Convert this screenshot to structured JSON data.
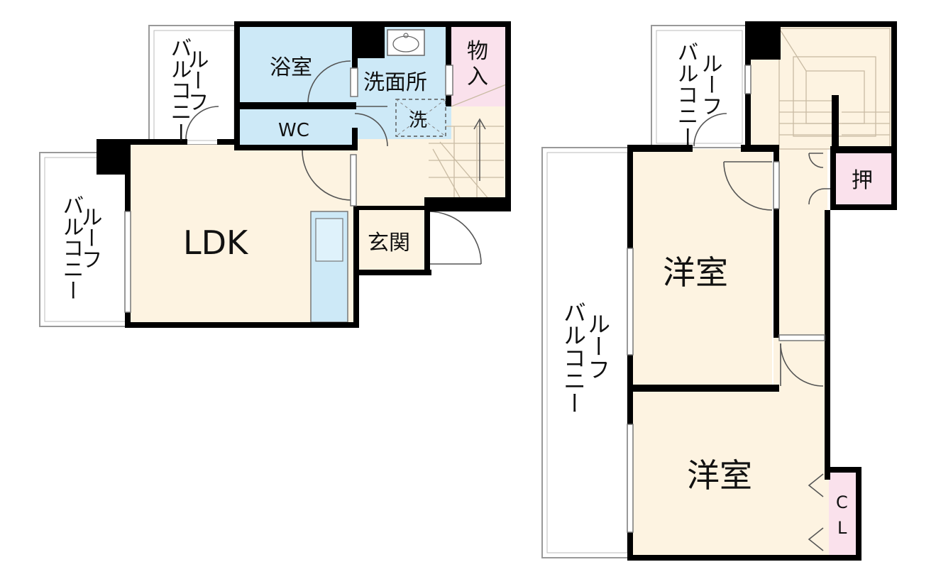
{
  "colors": {
    "room": "#fdf3e1",
    "wet": "#cde9f7",
    "storage": "#fae1ec",
    "wall": "#000000",
    "balcony_line": "#999999"
  },
  "floor1": {
    "balcony_top": "バルーフ\nルコニー",
    "balcony_left": "バルーフ\nルコニー",
    "bath": "浴室",
    "washroom": "洗面所",
    "washer": "洗",
    "toilet": "WC",
    "storage": "物入",
    "ldk": "LDK",
    "entrance": "玄関"
  },
  "floor2": {
    "balcony_top": "バルーフ\nルコニー",
    "balcony_left": "バルーフ\nルコニー",
    "room_upper": "洋室",
    "room_lower": "洋室",
    "oshiire": "押",
    "closet": "CL"
  }
}
